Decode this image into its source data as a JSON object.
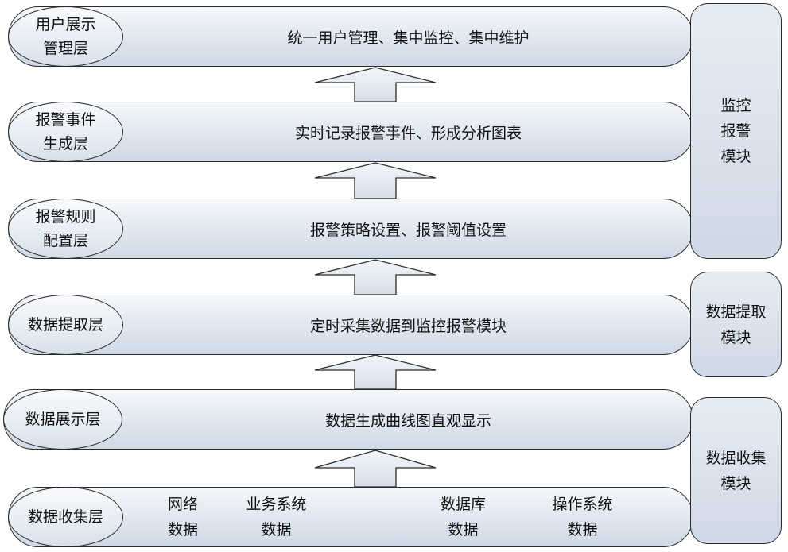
{
  "layers": [
    {
      "id": "user-display",
      "name": "用户展示\n管理层",
      "description": "统一用户管理、集中监控、集中维护"
    },
    {
      "id": "alarm-event",
      "name": "报警事件\n生成层",
      "description": "实时记录报警事件、形成分析图表"
    },
    {
      "id": "alarm-rule",
      "name": "报警规则\n配置层",
      "description": "报警策略设置、报警阈值设置"
    },
    {
      "id": "data-extract",
      "name": "数据提取层",
      "description": "定时采集数据到监控报警模块"
    },
    {
      "id": "data-display",
      "name": "数据展示层",
      "description": "数据生成曲线图直观显示"
    },
    {
      "id": "data-collect",
      "name": "数据收集层",
      "items": [
        "网络\n数据",
        "业务系统\n数据",
        "数据库\n数据",
        "操作系统\n数据"
      ]
    }
  ],
  "modules": [
    {
      "id": "monitor-alarm",
      "label": "监控\n报警\n模块"
    },
    {
      "id": "data-extract",
      "label": "数据提取\n模块"
    },
    {
      "id": "data-collect",
      "label": "数据收集\n模块"
    }
  ],
  "colors": {
    "fill_light": "#f6f8fb",
    "fill_dark": "#cfd9e6",
    "stroke": "#2b2b2b"
  }
}
